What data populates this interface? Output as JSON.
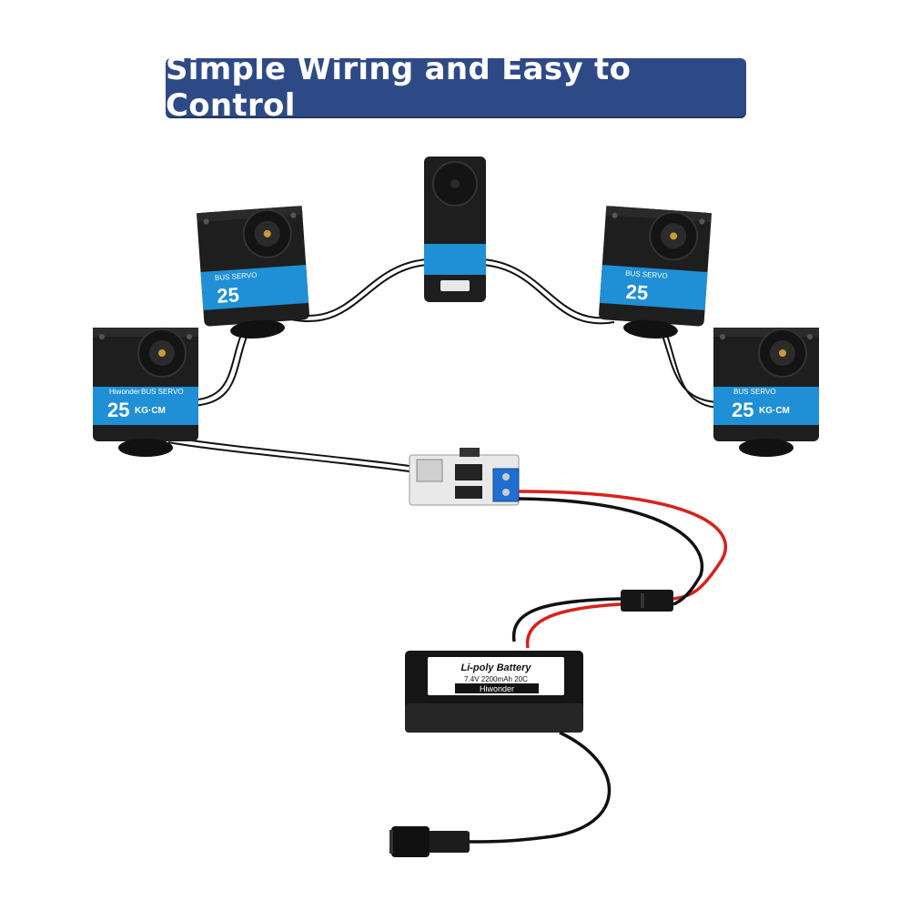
{
  "title": "Simple Wiring and Easy to Control",
  "servo": {
    "brand": "Hiwonder",
    "type": "BUS SERVO",
    "torque": "25",
    "unit": "KG·CM"
  },
  "battery": {
    "label": "Li-poly Battery",
    "spec": "7.4V 2200mAh 20C",
    "brand": "Hiwonder"
  },
  "colors": {
    "banner": "#2e4a86",
    "servo_blue": "#1f8fd6",
    "servo_body": "#1e1e1e",
    "wire_red": "#d9211b",
    "wire_black": "#111111"
  }
}
